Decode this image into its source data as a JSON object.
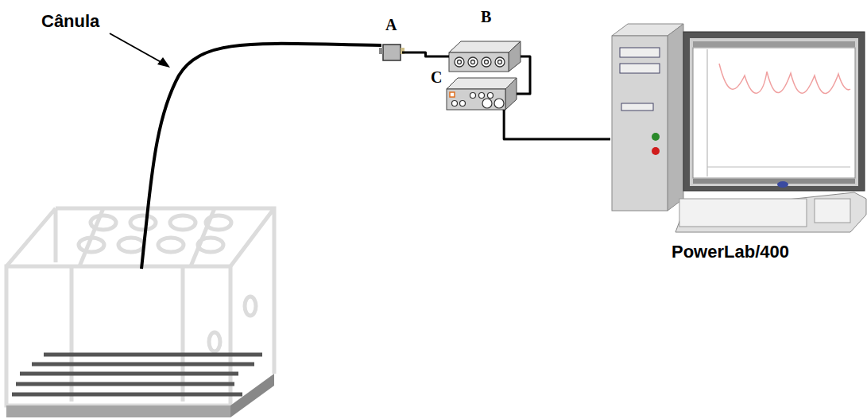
{
  "diagram": {
    "nodes": [
      {
        "text": [
          "A"
        ]
      },
      {
        "text": [
          "B"
        ]
      },
      {
        "text": [
          "C"
        ]
      },
      {
        "text": [
          "PowerLab/400"
        ]
      }
    ],
    "edges": [
      {
        "from": 0,
        "to": 1,
        "arrow": "none"
      },
      {
        "from": 1,
        "to": 2,
        "arrow": "none"
      },
      {
        "from": 2,
        "to": 3,
        "arrow": "none"
      }
    ],
    "labels": [
      "Cânula"
    ]
  }
}
